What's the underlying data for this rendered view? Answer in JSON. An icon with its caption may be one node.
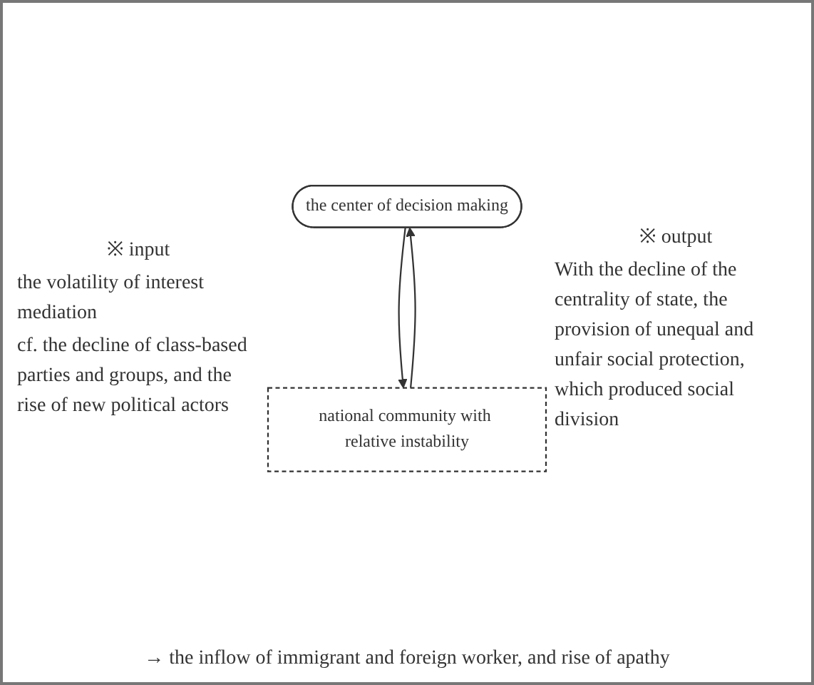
{
  "diagram": {
    "nodes": [
      {
        "text": [
          "the center of decision making"
        ]
      },
      {
        "text": [
          "national community with relative instability"
        ]
      }
    ],
    "edges": [
      {
        "from": 1,
        "to": 0,
        "arrow": "to"
      },
      {
        "from": 0,
        "to": 1,
        "arrow": "to"
      }
    ],
    "labels": [
      "※ input",
      "the volatility of interest mediation",
      "cf. the decline of class-based parties and groups, and the rise of new political actors",
      "※ output",
      "With the decline of the centrality of state, the provision of unequal and unfair social protection, which produced social division",
      "→ the inflow of immigrant and foreign worker, and rise of apathy"
    ]
  }
}
